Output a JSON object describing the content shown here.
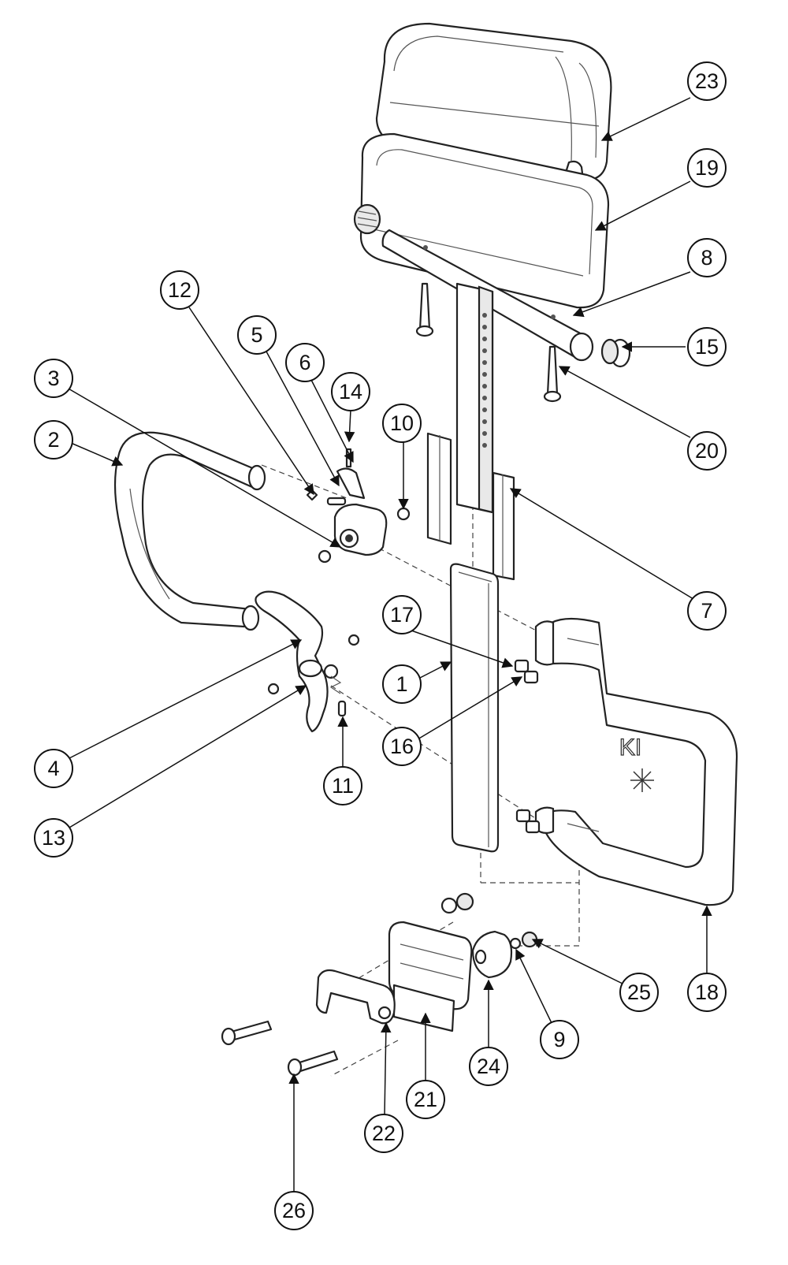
{
  "callouts": [
    {
      "label": "23"
    },
    {
      "label": "19"
    },
    {
      "label": "8"
    },
    {
      "label": "15"
    },
    {
      "label": "20"
    },
    {
      "label": "12"
    },
    {
      "label": "5"
    },
    {
      "label": "6"
    },
    {
      "label": "14"
    },
    {
      "label": "3"
    },
    {
      "label": "2"
    },
    {
      "label": "10"
    },
    {
      "label": "7"
    },
    {
      "label": "17"
    },
    {
      "label": "1"
    },
    {
      "label": "16"
    },
    {
      "label": "4"
    },
    {
      "label": "11"
    },
    {
      "label": "13"
    },
    {
      "label": "18"
    },
    {
      "label": "25"
    },
    {
      "label": "9"
    },
    {
      "label": "24"
    },
    {
      "label": "21"
    },
    {
      "label": "22"
    },
    {
      "label": "26"
    }
  ],
  "brand_mark": "KI"
}
